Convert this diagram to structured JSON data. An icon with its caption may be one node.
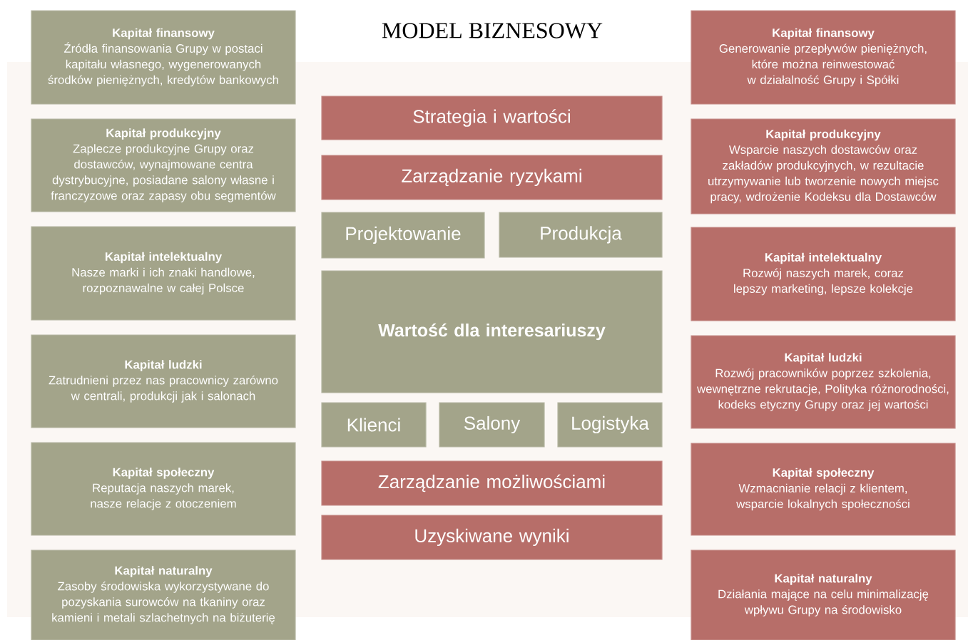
{
  "diagram": {
    "title": "MODEL BIZNESOWY",
    "nodes": [
      {
        "text": [
          "Kapitał finansowy",
          "Źródła finansowania Grupy w postaci kapitału własnego, wygenerowanych środków pieniężnych, kredytów bankowych"
        ]
      },
      {
        "text": [
          "Kapitał produkcyjny",
          "Zaplecze produkcyjne Grupy oraz dostawców, wynajmowane centra dystrybucyjne, posiadane salony własne i franczyzowe oraz zapasy obu segmentów"
        ]
      },
      {
        "text": [
          "Kapitał intelektualny",
          "Nasze marki i ich znaki handlowe, rozpoznawalne w całej Polsce"
        ]
      },
      {
        "text": [
          "Kapitał ludzki",
          "Zatrudnieni przez nas pracownicy zarówno w centrali, produkcji jak i salonach"
        ]
      },
      {
        "text": [
          "Kapitał społeczny",
          "Reputacja naszych marek, nasze relacje z otoczeniem"
        ]
      },
      {
        "text": [
          "Kapitał naturalny",
          "Zasoby środowiska wykorzystywane do pozyskania surowców na tkaniny oraz kamieni i metali szlachetnych na biżuterię"
        ]
      },
      {
        "text": [
          "Strategia i wartości"
        ]
      },
      {
        "text": [
          "Zarządzanie ryzykami"
        ]
      },
      {
        "text": [
          "Projektowanie"
        ]
      },
      {
        "text": [
          "Produkcja"
        ]
      },
      {
        "text": [
          "Wartość dla interesariuszy"
        ]
      },
      {
        "text": [
          "Klienci"
        ]
      },
      {
        "text": [
          "Salony"
        ]
      },
      {
        "text": [
          "Logistyka"
        ]
      },
      {
        "text": [
          "Zarządzanie możliwościami"
        ]
      },
      {
        "text": [
          "Uzyskiwane wyniki"
        ]
      },
      {
        "text": [
          "Kapitał finansowy",
          "Generowanie przepływów pieniężnych, które można reinwestować w działalność Grupy i Spółki"
        ]
      },
      {
        "text": [
          "Kapitał produkcyjny",
          "Wsparcie naszych dostawców oraz zakładów produkcyjnych, w rezultacie utrzymywanie lub tworzenie nowych miejsc pracy, wdrożenie Kodeksu dla Dostawców"
        ]
      },
      {
        "text": [
          "Kapitał intelektualny",
          "Rozwój naszych marek, coraz lepszy marketing, lepsze kolekcje"
        ]
      },
      {
        "text": [
          "Kapitał ludzki",
          "Rozwój pracowników poprzez szkolenia, wewnętrzne rekrutacje, Polityka różnorodności, kodeks etyczny Grupy oraz jej wartości"
        ]
      },
      {
        "text": [
          "Kapitał społeczny",
          "Wzmacnianie relacji z klientem, wsparcie lokalnych społeczności"
        ]
      },
      {
        "text": [
          "Kapitał naturalny",
          "Działania mające na celu minimalizację wpływu Grupy na środowisko"
        ]
      }
    ]
  }
}
